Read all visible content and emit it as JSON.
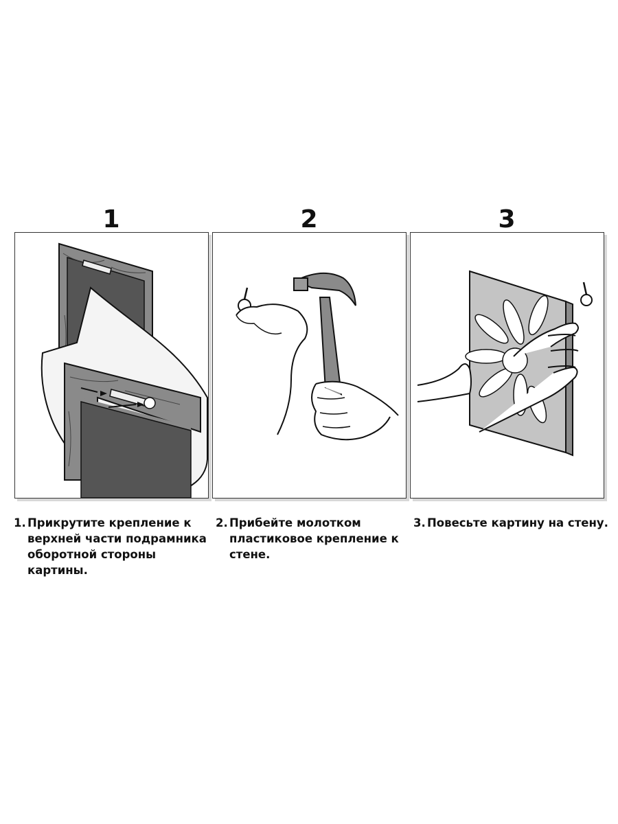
{
  "steps": [
    {
      "number": "1",
      "caption_num": "1.",
      "caption": "Прикрутите крепление к\nверхней части подрамника\nоборотной стороны картины."
    },
    {
      "number": "2",
      "caption_num": "2.",
      "caption": "Прибейте молотком\nпластиковое крепление к\nстене."
    },
    {
      "number": "3",
      "caption_num": "3.",
      "caption": "Повесьте картину на стену."
    }
  ],
  "colors": {
    "line": "#111111",
    "frame_wood": "#8a8a8a",
    "canvas_dark": "#555555",
    "canvas_light": "#c4c4c4",
    "panel_shadow": "#d8d8d8"
  },
  "icons": [
    "picture-frame-back",
    "sawtooth-hanger",
    "screw",
    "wall-hook",
    "hammer",
    "hand",
    "daisy-canvas"
  ]
}
